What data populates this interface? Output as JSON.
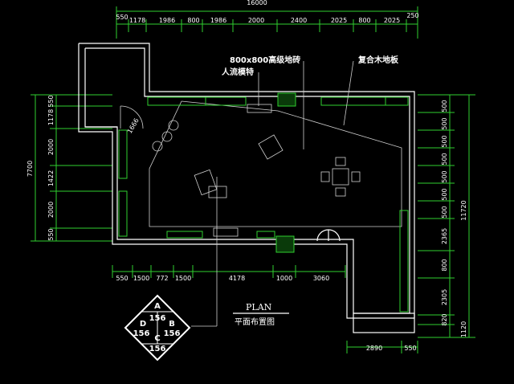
{
  "dimensions": {
    "total_top": "16000",
    "top_row": [
      "550",
      "1178",
      "1986",
      "800",
      "1986",
      "2000",
      "2400",
      "2025",
      "800",
      "2025",
      "250"
    ],
    "bottom_row": [
      "550",
      "1500",
      "772",
      "1500",
      "4178",
      "1000",
      "3060"
    ],
    "bottom_right": [
      "2890",
      "550"
    ],
    "left_total": "7700",
    "left_col": [
      "550",
      "1178",
      "2000",
      "1422",
      "2000",
      "550"
    ],
    "right_total": "11720",
    "right_col_inner": [
      "500",
      "500",
      "500",
      "500",
      "500",
      "500",
      "500"
    ],
    "right_col": [
      "2365",
      "800",
      "2305",
      "820",
      "1120"
    ],
    "door_dim": "1666"
  },
  "notes": {
    "tile": "800x800高级地砖",
    "mannequin": "人流模特",
    "floor": "复合木地板"
  },
  "title": {
    "en": "PLAN",
    "cn": "平面布置图"
  },
  "symbol": {
    "a": "A",
    "b": "B",
    "c": "C",
    "d": "D",
    "top": "156",
    "left": "156",
    "right": "156",
    "bottom": "156"
  }
}
